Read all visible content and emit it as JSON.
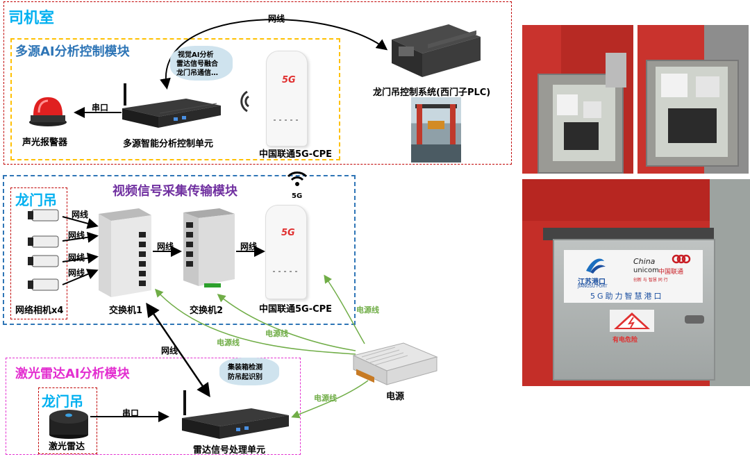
{
  "sections": {
    "cab": {
      "title": "司机室"
    },
    "ai": {
      "title": "多源AI分析控制模块"
    },
    "video": {
      "title": "视频信号采集传输模块"
    },
    "gantry1": {
      "title": "龙门吊"
    },
    "laser": {
      "title": "激光雷达AI分析模块"
    },
    "gantry2": {
      "title": "龙门吊"
    }
  },
  "labels": {
    "cable_top": "网线",
    "serial_top": "串口",
    "alarm": "声光报警器",
    "ai_unit": "多源智能分析控制单元",
    "cpe_top": "中国联通5G-CPE",
    "plc": "龙门吊控制系统(西门子PLC)",
    "cloud_ai": [
      "视觉AI分析",
      "雷达信号融合",
      "龙门吊通信…"
    ],
    "wifi_5g": "5G",
    "cam_cable_1": "网线",
    "cam_cable_2": "网线",
    "cam_cable_3": "网线",
    "cam_cable_4": "网线",
    "cameras": "网络相机x4",
    "switch1": "交换机1",
    "switch2": "交换机2",
    "sw_cable": "网线",
    "sw2_cable": "网线",
    "cpe_bottom": "中国联通5G-CPE",
    "power_line_1": "电源线",
    "power_line_2": "电源线",
    "power_line_3": "电源线",
    "power_line_4": "电源线",
    "cable_radar": "网线",
    "cloud_radar": [
      "集装箱检测",
      "防吊起识别"
    ],
    "power": "电源",
    "lidar": "激光雷达",
    "serial_bottom": "串口",
    "radar_unit": "雷达信号处理单元"
  },
  "device_text": {
    "cpe_brand": "5G",
    "panel_logo1_cn": "江苏港口",
    "panel_logo1_en": "JIANGSU PORT",
    "panel_logo2_en1": "China",
    "panel_logo2_en2": "unicom",
    "panel_logo2_cn": "中国联通",
    "panel_logo2_sub": "创新 与 智慧 同 行",
    "panel_slogan": "5G助力智慧港口",
    "danger": "有电危险"
  },
  "colors": {
    "cab_border": "#c00000",
    "ai_border": "#ffc000",
    "video_border": "#2e75b6",
    "laser_border": "#e32fd0",
    "gantry_border": "#c00000",
    "title_cab": "#00b0f0",
    "title_ai": "#2e75b6",
    "title_video": "#7030a0",
    "title_laser": "#e32fd0",
    "power_line": "#70ad47"
  }
}
